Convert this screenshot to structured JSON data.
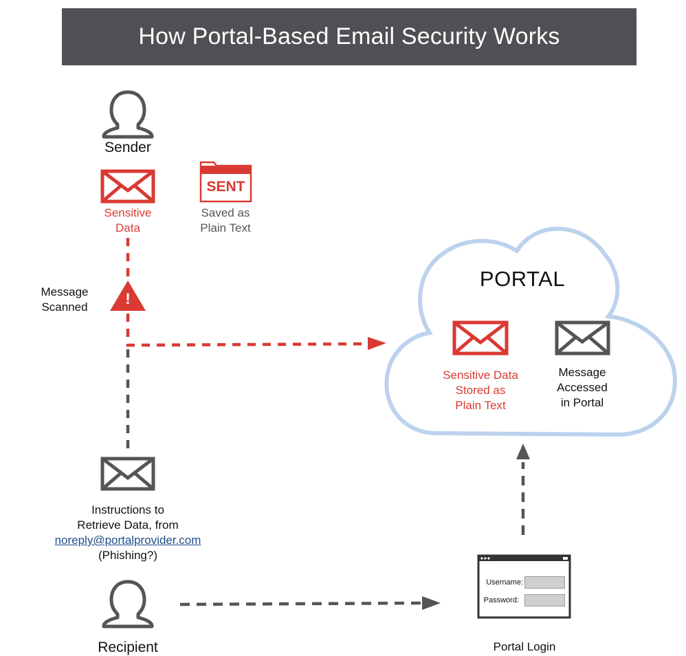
{
  "title": "How Portal-Based Email Security Works",
  "sender": {
    "label": "Sender",
    "email_label": [
      "Sensitive",
      "Data"
    ]
  },
  "sent_folder": {
    "badge": "SENT",
    "label": [
      "Saved as",
      "Plain Text"
    ]
  },
  "scan": {
    "label": [
      "Message",
      "Scanned"
    ],
    "alert_glyph": "!"
  },
  "portal": {
    "title": "PORTAL",
    "stored_label": [
      "Sensitive Data",
      "Stored as",
      "Plain Text"
    ],
    "accessed_label": [
      "Message",
      "Accessed",
      "in Portal"
    ]
  },
  "instructions": {
    "line1": "Instructions to",
    "line2": "Retrieve Data, from",
    "link": "noreply@portalprovider.com",
    "line4": "(Phishing?)"
  },
  "recipient": {
    "label": "Recipient"
  },
  "login": {
    "username_label": "Username:",
    "password_label": "Password:",
    "caption": "Portal Login"
  },
  "colors": {
    "banner": "#4f5053",
    "alert_red": "#d93a33",
    "neutral_grey": "#555555",
    "cloud_stroke": "#bcd2ee"
  },
  "icons": [
    "person-icon",
    "envelope-icon",
    "sent-folder-icon",
    "warning-triangle-icon",
    "cloud-shape",
    "login-window-icon"
  ]
}
